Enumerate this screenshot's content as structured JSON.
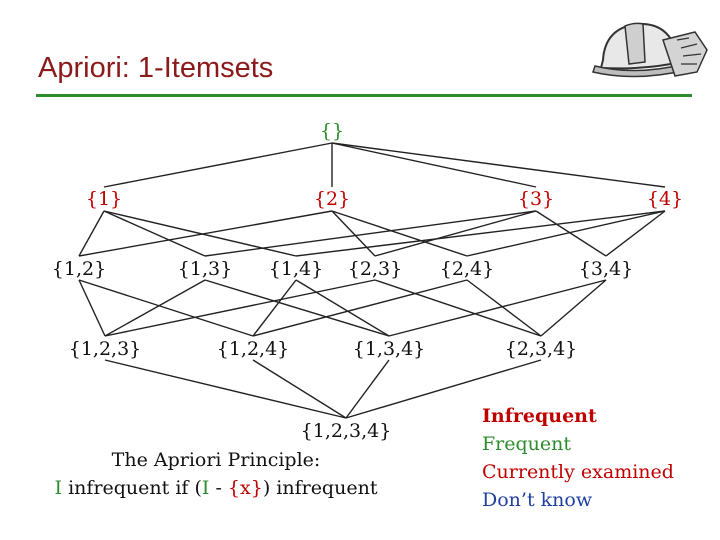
{
  "title": "Apriori: 1-Itemsets",
  "nodes": {
    "empty": "{}",
    "n1": "{1}",
    "n2": "{2}",
    "n3": "{3}",
    "n4": "{4}",
    "n12": "{1,2}",
    "n13": "{1,3}",
    "n14": "{1,4}",
    "n23": "{2,3}",
    "n24": "{2,4}",
    "n34": "{3,4}",
    "n123": "{1,2,3}",
    "n124": "{1,2,4}",
    "n134": "{1,3,4}",
    "n234": "{2,3,4}",
    "n1234": "{1,2,3,4}"
  },
  "principle": {
    "line1": "The Apriori Principle:",
    "line2_I": "I",
    "line2_a": " infrequent if (",
    "line2_I2": "I",
    "line2_minus": " - ",
    "line2_x": "{x}",
    "line2_b": ") infrequent"
  },
  "legend": {
    "infrequent": "Infrequent",
    "frequent": "Frequent",
    "current": "Currently examined",
    "unknown": "Don’t know"
  },
  "colors": {
    "title": "#8b1a1a",
    "frequent": "#2e8b2e",
    "infrequent": "#c00000",
    "current": "#c00000",
    "unknown": "#1f3f9f"
  },
  "logo_icon": "hardhat-and-gloves-icon"
}
